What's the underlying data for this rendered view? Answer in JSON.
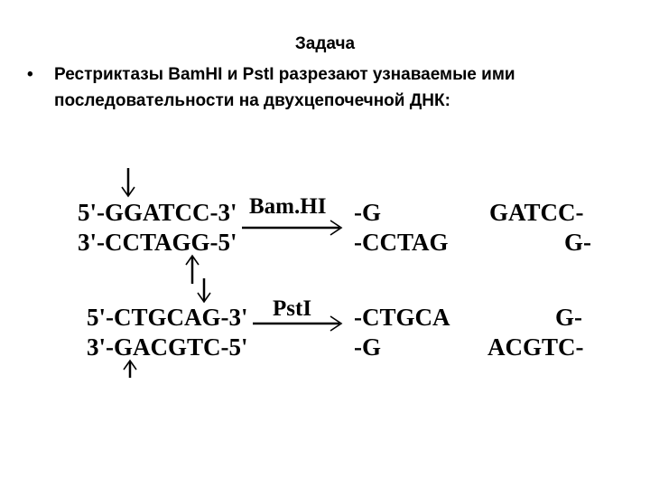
{
  "slide": {
    "title": "Задача",
    "bullet_symbol": "•",
    "bullet_text": "Рестриктазы BamHI и PstI разрезают узнаваемые ими последовательности на двухцепочечной ДНК:"
  },
  "bamhi": {
    "top_strand": "5'-GGATCC-3'",
    "bottom_strand": "3'-CCTAGG-5'",
    "enzyme": "Bam.HI",
    "left_top": "-G",
    "left_bottom": "-CCTAG",
    "right_top": "GATCC-",
    "right_bottom": "G-"
  },
  "psti": {
    "top_strand": "5'-CTGCAG-3'",
    "bottom_strand": "3'-GACGTC-5'",
    "enzyme": "PstI",
    "left_top": "-CTGCA",
    "left_bottom": "-G",
    "right_top": "G-",
    "right_bottom": "ACGTC-"
  }
}
